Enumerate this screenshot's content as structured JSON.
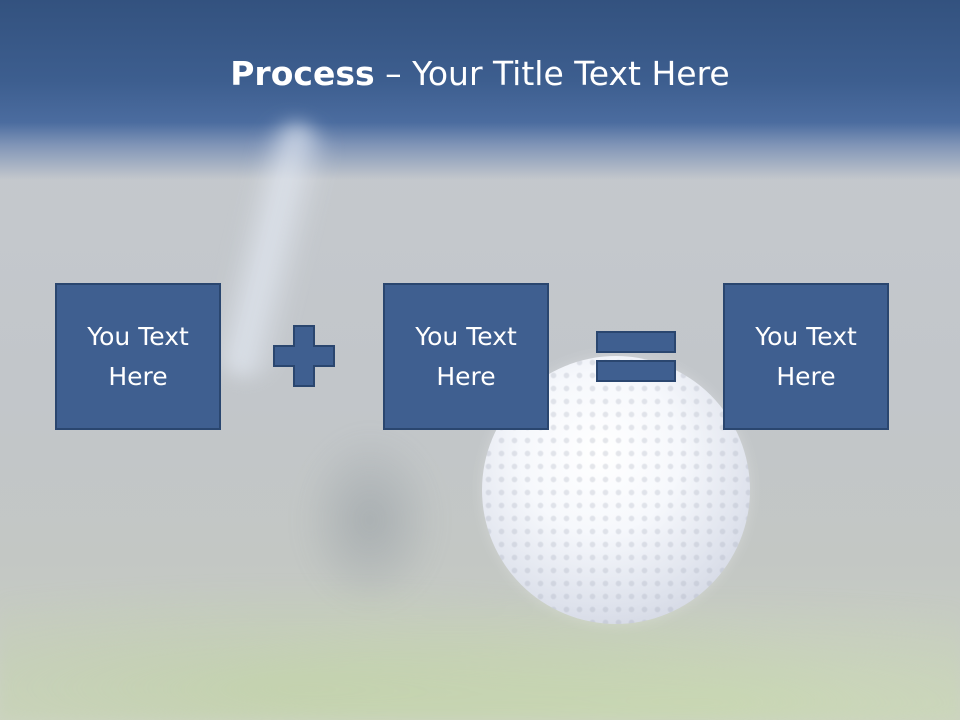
{
  "title": {
    "bold": "Process",
    "rest": " – Your Title Text Here"
  },
  "boxes": [
    {
      "label": "You Text Here"
    },
    {
      "label": "You Text Here"
    },
    {
      "label": "You Text Here"
    }
  ],
  "operators": {
    "plus": "plus-sign",
    "equals": "equals-sign"
  },
  "colors": {
    "box_fill": "#3f5f90",
    "box_border": "#2a466f",
    "header": "#3d5e8f",
    "text": "#ffffff"
  }
}
